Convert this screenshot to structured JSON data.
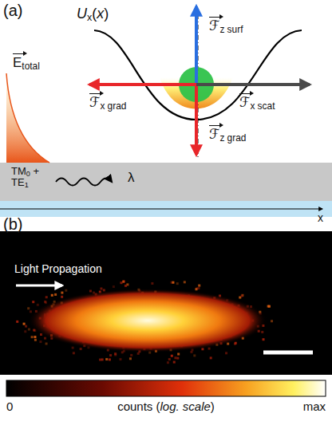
{
  "diagram": {
    "labels": [
      "(a)",
      "Ux(x)",
      "Etotal",
      "ℱz surf",
      "ℱx grad",
      "ℱx scat",
      "ℱz grad",
      "TM0 + TE1",
      "λ",
      "x",
      "(b)",
      "Light Propagation",
      "0",
      "counts (log. scale)",
      "max"
    ]
  }
}
